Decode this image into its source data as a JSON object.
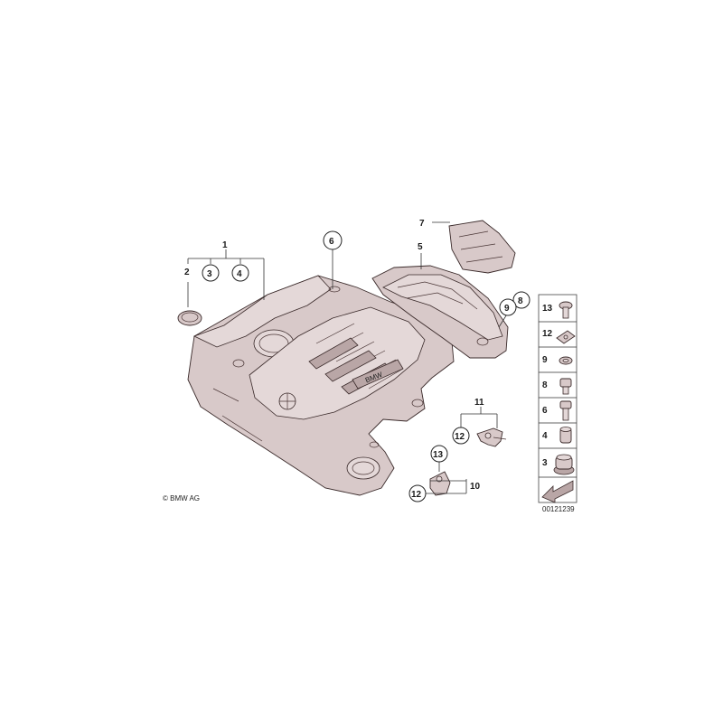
{
  "main_labels": {
    "l1": "1",
    "l2": "2",
    "l3": "3",
    "l4": "4",
    "l5": "5",
    "l6": "6",
    "l7": "7",
    "l8": "8",
    "l9": "9",
    "l10": "10",
    "l11": "11",
    "l12a": "12",
    "l12b": "12",
    "l13": "13"
  },
  "legend": {
    "items": [
      "13",
      "12",
      "9",
      "8",
      "6",
      "4",
      "3"
    ]
  },
  "copyright": "© BMW AG",
  "diagram_id": "00121239"
}
